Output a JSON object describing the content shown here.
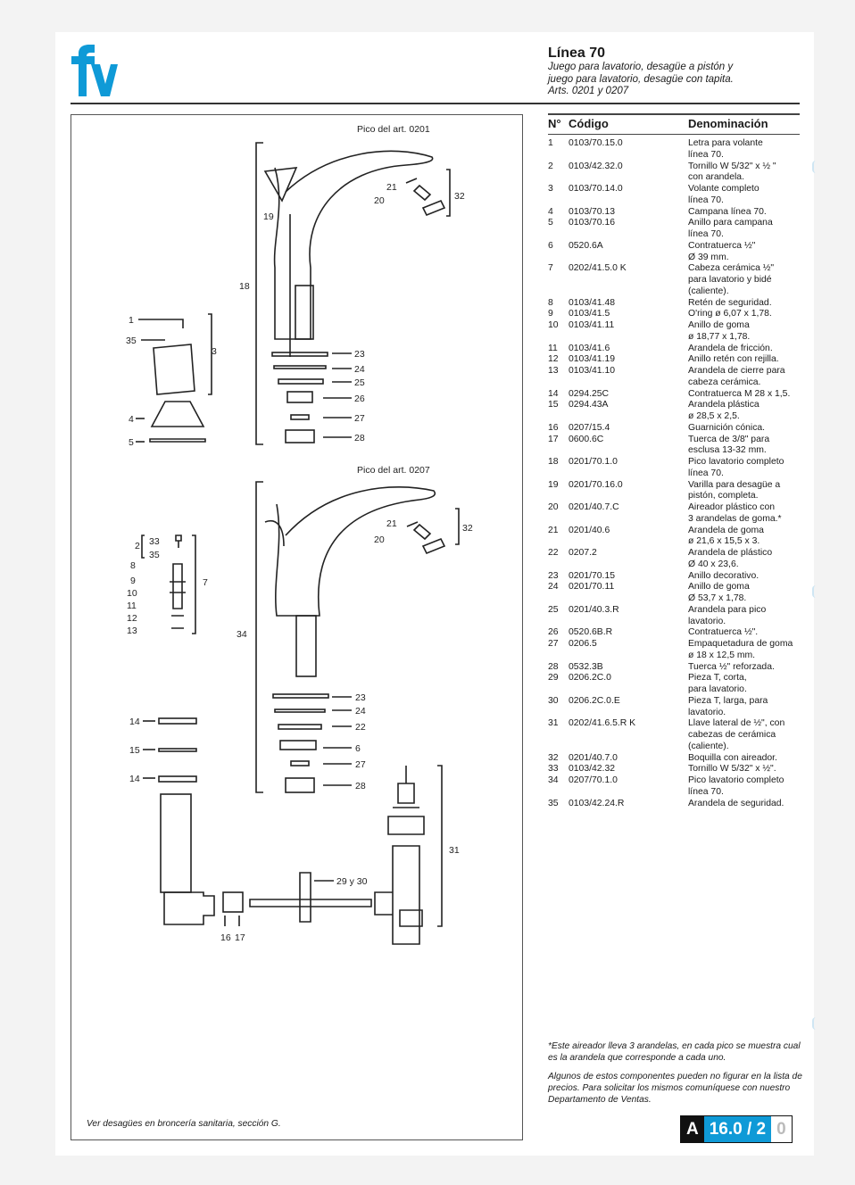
{
  "brand": {
    "logo_text": "fv",
    "color": "#0f9ad7"
  },
  "header": {
    "title": "Línea 70",
    "subtitle_lines": [
      "Juego para lavatorio, desagüe a pistón y",
      "juego para lavatorio, desagüe con tapita.",
      "Arts. 0201 y 0207"
    ]
  },
  "table": {
    "headers": {
      "num": "N°",
      "code": "Código",
      "desc": "Denominación"
    },
    "rows": [
      {
        "n": "1",
        "code": "0103/70.15.0",
        "desc": "Letra para volante\nlínea 70."
      },
      {
        "n": "2",
        "code": "0103/42.32.0",
        "desc": "Tornillo W 5/32\" x ½ \"\ncon arandela."
      },
      {
        "n": "3",
        "code": "0103/70.14.0",
        "desc": "Volante completo\nlínea 70."
      },
      {
        "n": "4",
        "code": "0103/70.13",
        "desc": "Campana línea 70."
      },
      {
        "n": "5",
        "code": "0103/70.16",
        "desc": "Anillo para campana\nlínea 70."
      },
      {
        "n": "6",
        "code": "0520.6A",
        "desc": "Contratuerca ½\"\nØ 39 mm."
      },
      {
        "n": "7",
        "code": "0202/41.5.0 K",
        "desc": "Cabeza cerámica ½\"\npara lavatorio y bidé\n(caliente)."
      },
      {
        "n": "8",
        "code": "0103/41.48",
        "desc": "Retén de seguridad."
      },
      {
        "n": "9",
        "code": "0103/41.5",
        "desc": "O'ring ø 6,07 x 1,78."
      },
      {
        "n": "10",
        "code": "0103/41.11",
        "desc": "Anillo de goma\nø 18,77 x 1,78."
      },
      {
        "n": "11",
        "code": "0103/41.6",
        "desc": "Arandela de fricción."
      },
      {
        "n": "12",
        "code": "0103/41.19",
        "desc": "Anillo retén con rejilla."
      },
      {
        "n": "13",
        "code": "0103/41.10",
        "desc": "Arandela de cierre para\ncabeza cerámica."
      },
      {
        "n": "14",
        "code": "0294.25C",
        "desc": "Contratuerca M 28 x 1,5."
      },
      {
        "n": "15",
        "code": "0294.43A",
        "desc": "Arandela plástica\nø 28,5 x 2,5."
      },
      {
        "n": "16",
        "code": "0207/15.4",
        "desc": "Guarnición cónica."
      },
      {
        "n": "17",
        "code": "0600.6C",
        "desc": "Tuerca de 3/8\" para\nesclusa 13-32 mm."
      },
      {
        "n": "18",
        "code": "0201/70.1.0",
        "desc": "Pico lavatorio completo\nlínea 70."
      },
      {
        "n": "19",
        "code": "0201/70.16.0",
        "desc": "Varilla para desagüe a\npistón, completa."
      },
      {
        "n": "20",
        "code": "0201/40.7.C",
        "desc": "Aireador plástico con\n3 arandelas de goma.*"
      },
      {
        "n": "21",
        "code": "0201/40.6",
        "desc": "Arandela de goma\nø 21,6 x 15,5 x 3."
      },
      {
        "n": "22",
        "code": "0207.2",
        "desc": "Arandela de plástico\nØ 40 x 23,6."
      },
      {
        "n": "23",
        "code": "0201/70.15",
        "desc": "Anillo decorativo."
      },
      {
        "n": "24",
        "code": "0201/70.11",
        "desc": "Anillo de goma\nØ 53,7 x 1,78."
      },
      {
        "n": "25",
        "code": "0201/40.3.R",
        "desc": "Arandela para pico\nlavatorio."
      },
      {
        "n": "26",
        "code": "0520.6B.R",
        "desc": "Contratuerca ½\"."
      },
      {
        "n": "27",
        "code": "0206.5",
        "desc": "Empaquetadura de goma\nø 18 x 12,5 mm."
      },
      {
        "n": "28",
        "code": "0532.3B",
        "desc": "Tuerca ½\" reforzada."
      },
      {
        "n": "29",
        "code": "0206.2C.0",
        "desc": "Pieza T, corta,\npara lavatorio."
      },
      {
        "n": "30",
        "code": "0206.2C.0.E",
        "desc": "Pieza T, larga, para\nlavatorio."
      },
      {
        "n": "31",
        "code": "0202/41.6.5.R  K",
        "desc": "Llave lateral de ½\", con\ncabezas de cerámica\n(caliente)."
      },
      {
        "n": "32",
        "code": "0201/40.7.0",
        "desc": "Boquilla con aireador."
      },
      {
        "n": "33",
        "code": "0103/42.32",
        "desc": "Tornillo W 5/32\" x ½\"."
      },
      {
        "n": "34",
        "code": "0207/70.1.0",
        "desc": "Pico lavatorio completo\nlínea 70."
      },
      {
        "n": "35",
        "code": "0103/42.24.R",
        "desc": "Arandela de seguridad."
      }
    ]
  },
  "notes": {
    "aerator": "*Este aireador lleva 3 arandelas, en cada pico se muestra cual es la arandela que corresponde a cada uno.",
    "availability": "Algunos de estos componentes pueden no figurar en la lista de precios. Para solicitar los mismos comuníquese con nuestro Departamento de Ventas."
  },
  "footer": {
    "left_note": "Ver desagües en broncería sanitaria, sección G.",
    "section": "A",
    "page": "16.0 / 2",
    "version": "0"
  },
  "diagram": {
    "labels": [
      "Pico del art. 0201",
      "Pico del art. 0207",
      "1",
      "35",
      "3",
      "4",
      "5",
      "18",
      "19",
      "20",
      "21",
      "32",
      "23",
      "24",
      "25",
      "26",
      "27",
      "28",
      "2",
      "33",
      "35",
      "8",
      "9",
      "10",
      "11",
      "12",
      "13",
      "7",
      "34",
      "20",
      "21",
      "32",
      "23",
      "24",
      "22",
      "6",
      "27",
      "28",
      "14",
      "15",
      "14",
      "31",
      "29 y 30",
      "16",
      "17"
    ]
  }
}
